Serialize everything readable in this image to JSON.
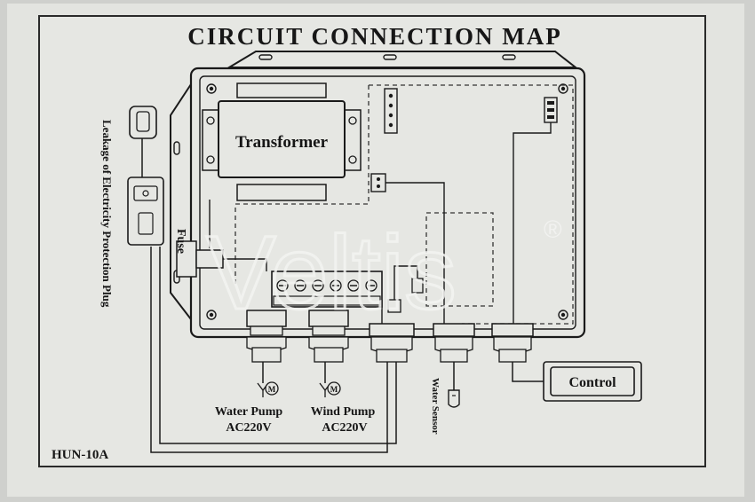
{
  "title": "CIRCUIT CONNECTION MAP",
  "model": "HUN-10A",
  "labels": {
    "leakage_plug": "Leakage of Electricity Protection Plug",
    "fuse": "Fuse",
    "transformer": "Transformer",
    "water_pump": "Water Pump",
    "water_pump_voltage": "AC220V",
    "wind_pump": "Wind Pump",
    "wind_pump_voltage": "AC220V",
    "water_sensor": "Water Sensor",
    "control": "Control",
    "motor_symbol": "M"
  },
  "watermark": "Veltis",
  "watermark_mark": "®",
  "colors": {
    "paper": "#e4e5e1",
    "background": "#cfd0cd",
    "ink": "#1a1a1a"
  }
}
